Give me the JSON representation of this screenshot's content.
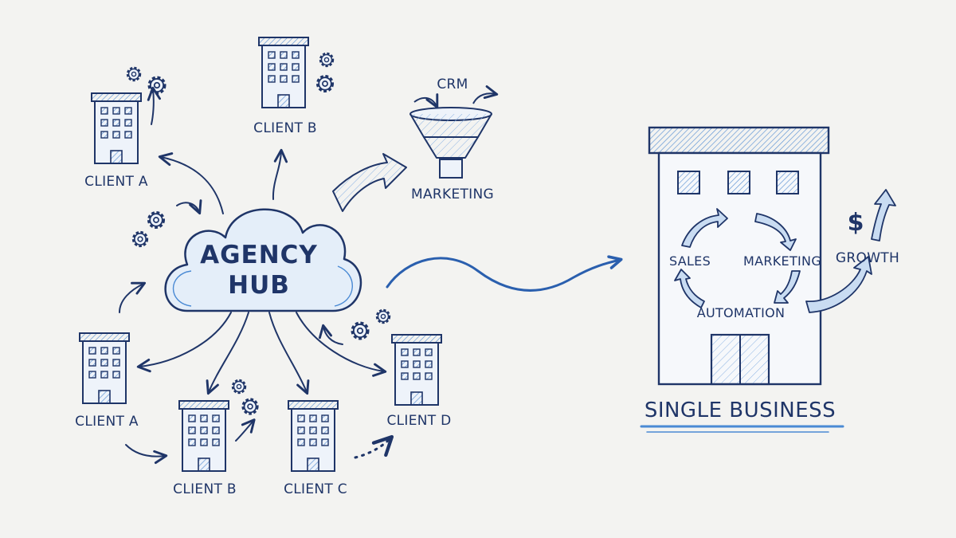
{
  "colors": {
    "ink": "#1f3568",
    "accent": "#4a8ad4",
    "wash": "#d7e6f6",
    "paper": "#f3f3f1"
  },
  "hub": {
    "line1": "AGENCY",
    "line2": "HUB"
  },
  "clients": {
    "a_top": "CLIENT A",
    "b_top": "CLIENT B",
    "a_bottom": "CLIENT A",
    "b_bottom": "CLIENT B",
    "c_bottom": "CLIENT C",
    "d_bottom": "CLIENT D"
  },
  "funnel": {
    "top": "CRM",
    "bottom": "MARKETING"
  },
  "business": {
    "title": "SINGLE BUSINESS",
    "cycle": [
      "SALES",
      "MARKETING",
      "AUTOMATION"
    ],
    "growth": "GROWTH",
    "currency": "$"
  },
  "icons": [
    "building-icon",
    "gear-icon",
    "cloud-icon",
    "funnel-icon",
    "arrow-icon",
    "dollar-icon"
  ]
}
